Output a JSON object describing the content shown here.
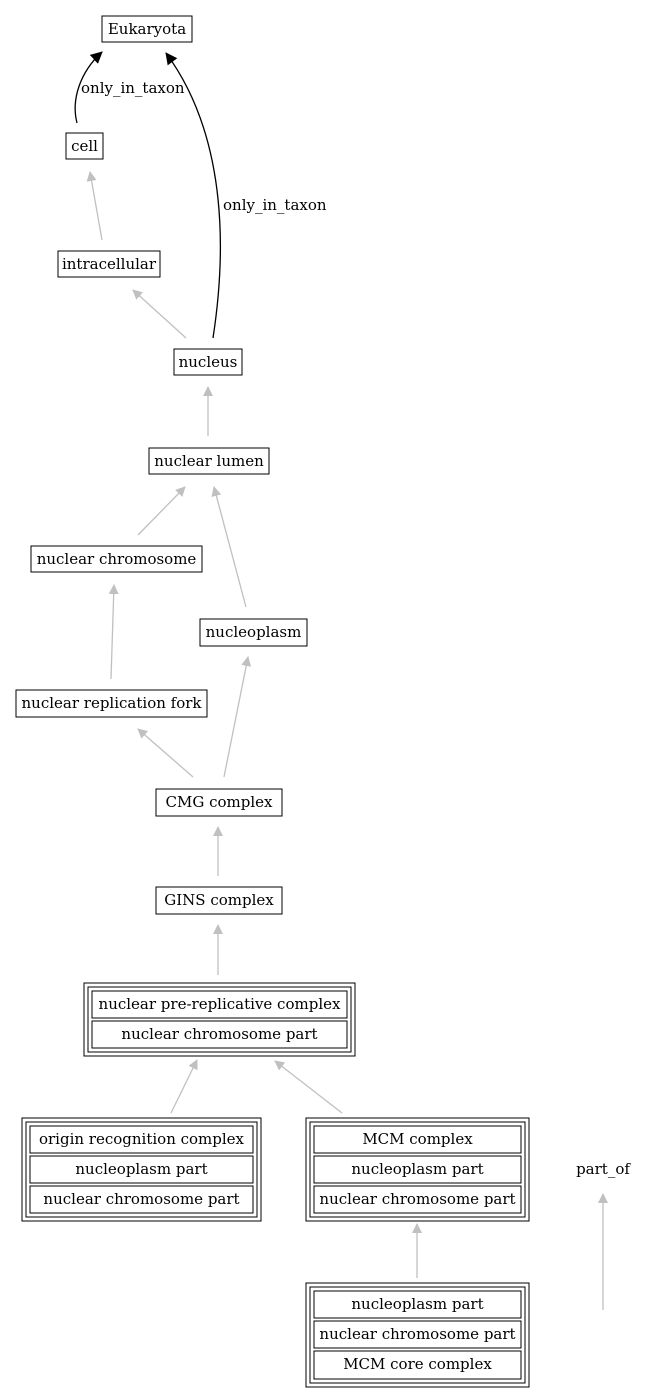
{
  "diagram": {
    "nodes": {
      "eukaryota": "Eukaryota",
      "cell": "cell",
      "intracellular": "intracellular",
      "nucleus": "nucleus",
      "nuclear_lumen": "nuclear lumen",
      "nuclear_chromosome": "nuclear chromosome",
      "nucleoplasm": "nucleoplasm",
      "nuclear_replication_fork": "nuclear replication fork",
      "cmg_complex": "CMG complex",
      "gins_complex": "GINS complex",
      "pre_rc": [
        "nuclear pre-replicative complex",
        "nuclear chromosome part"
      ],
      "orc": [
        "origin recognition complex",
        "nucleoplasm part",
        "nuclear chromosome part"
      ],
      "mcm": [
        "MCM complex",
        "nucleoplasm part",
        "nuclear chromosome part"
      ],
      "mcm_core": [
        "nucleoplasm part",
        "nuclear chromosome part",
        "MCM core complex"
      ]
    },
    "edge_labels": {
      "cell_to_eukaryota": "only_in_taxon",
      "nucleus_to_eukaryota": "only_in_taxon"
    },
    "legend": {
      "label": "part_of"
    },
    "colors": {
      "part_of_edge": "#c0c0c0",
      "only_in_taxon_edge": "#000000"
    }
  }
}
